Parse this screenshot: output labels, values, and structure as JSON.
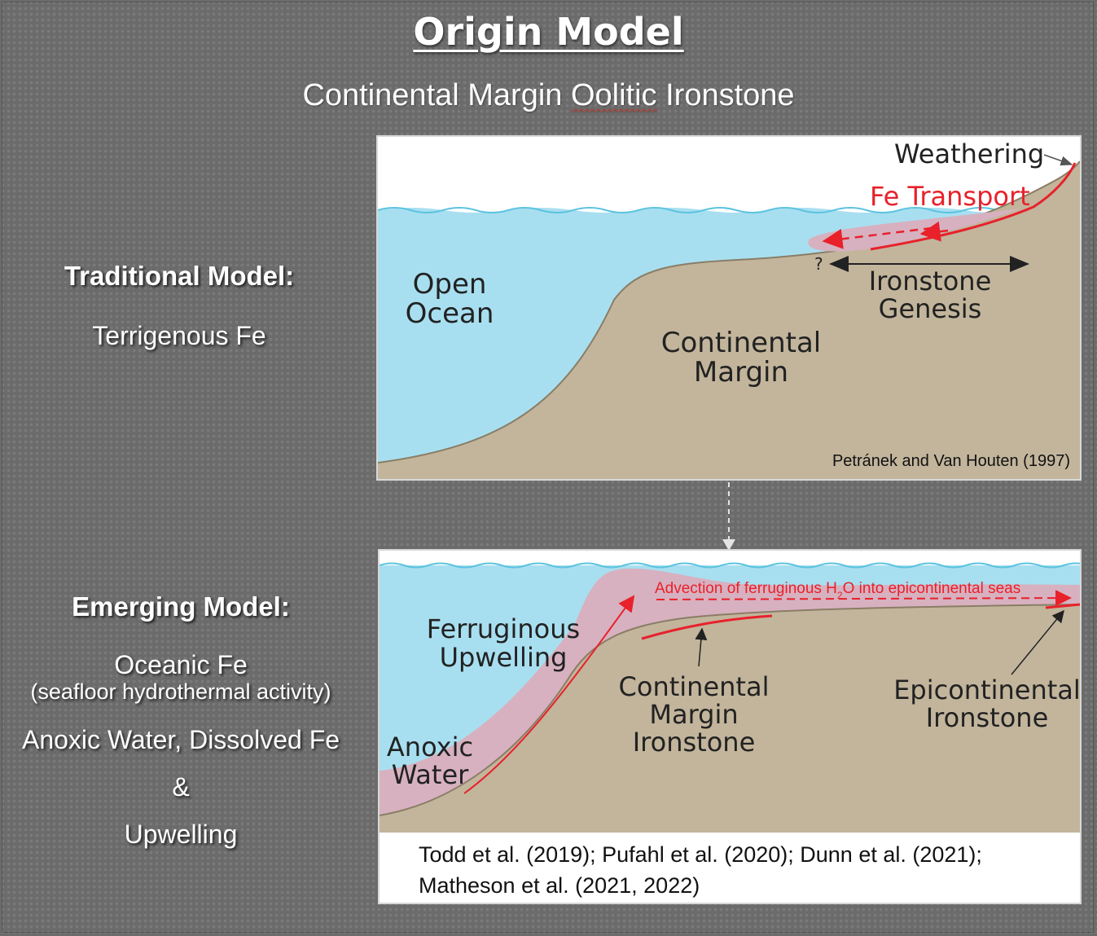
{
  "header": {
    "title": "Origin Model",
    "subtitle_before": "Continental Margin ",
    "subtitle_underlined": "Oolitic",
    "subtitle_after": " Ironstone"
  },
  "traditional": {
    "heading": "Traditional Model:",
    "text": "Terrigenous Fe"
  },
  "emerging": {
    "heading": "Emerging Model:",
    "line1": "Oceanic Fe",
    "line2": "(seafloor hydrothermal activity)",
    "line3": "Anoxic Water, Dissolved Fe",
    "line4": "&",
    "line5": "Upwelling"
  },
  "top_diagram": {
    "weathering": "Weathering",
    "fe_transport": "Fe Transport",
    "question": "?",
    "ironstone_1": "Ironstone",
    "ironstone_2": "Genesis",
    "open_1": "Open",
    "open_2": "Ocean",
    "margin_1": "Continental",
    "margin_2": "Margin",
    "citation": "Petránek and Van Houten (1997)"
  },
  "bottom_diagram": {
    "advection_before": "Advection of ferruginous H",
    "advection_sub": "2",
    "advection_after": "O into epicontinental seas",
    "ferruginous_1": "Ferruginous",
    "ferruginous_2": "Upwelling",
    "margin_1": "Continental",
    "margin_2": "Margin",
    "margin_3": "Ironstone",
    "epi_1": "Epicontinental",
    "epi_2": "Ironstone",
    "anoxic_1": "Anoxic",
    "anoxic_2": "Water",
    "citation_line1": "Todd et al. (2019); Pufahl et al. (2020); Dunn et al. (2021);",
    "citation_line2": "Matheson et al. (2021, 2022)"
  },
  "colors": {
    "ocean": "#a8dff0",
    "sediment": "#c2b59c",
    "iron_red": "#e8212b",
    "pink_plume": "#d7b1c0"
  }
}
